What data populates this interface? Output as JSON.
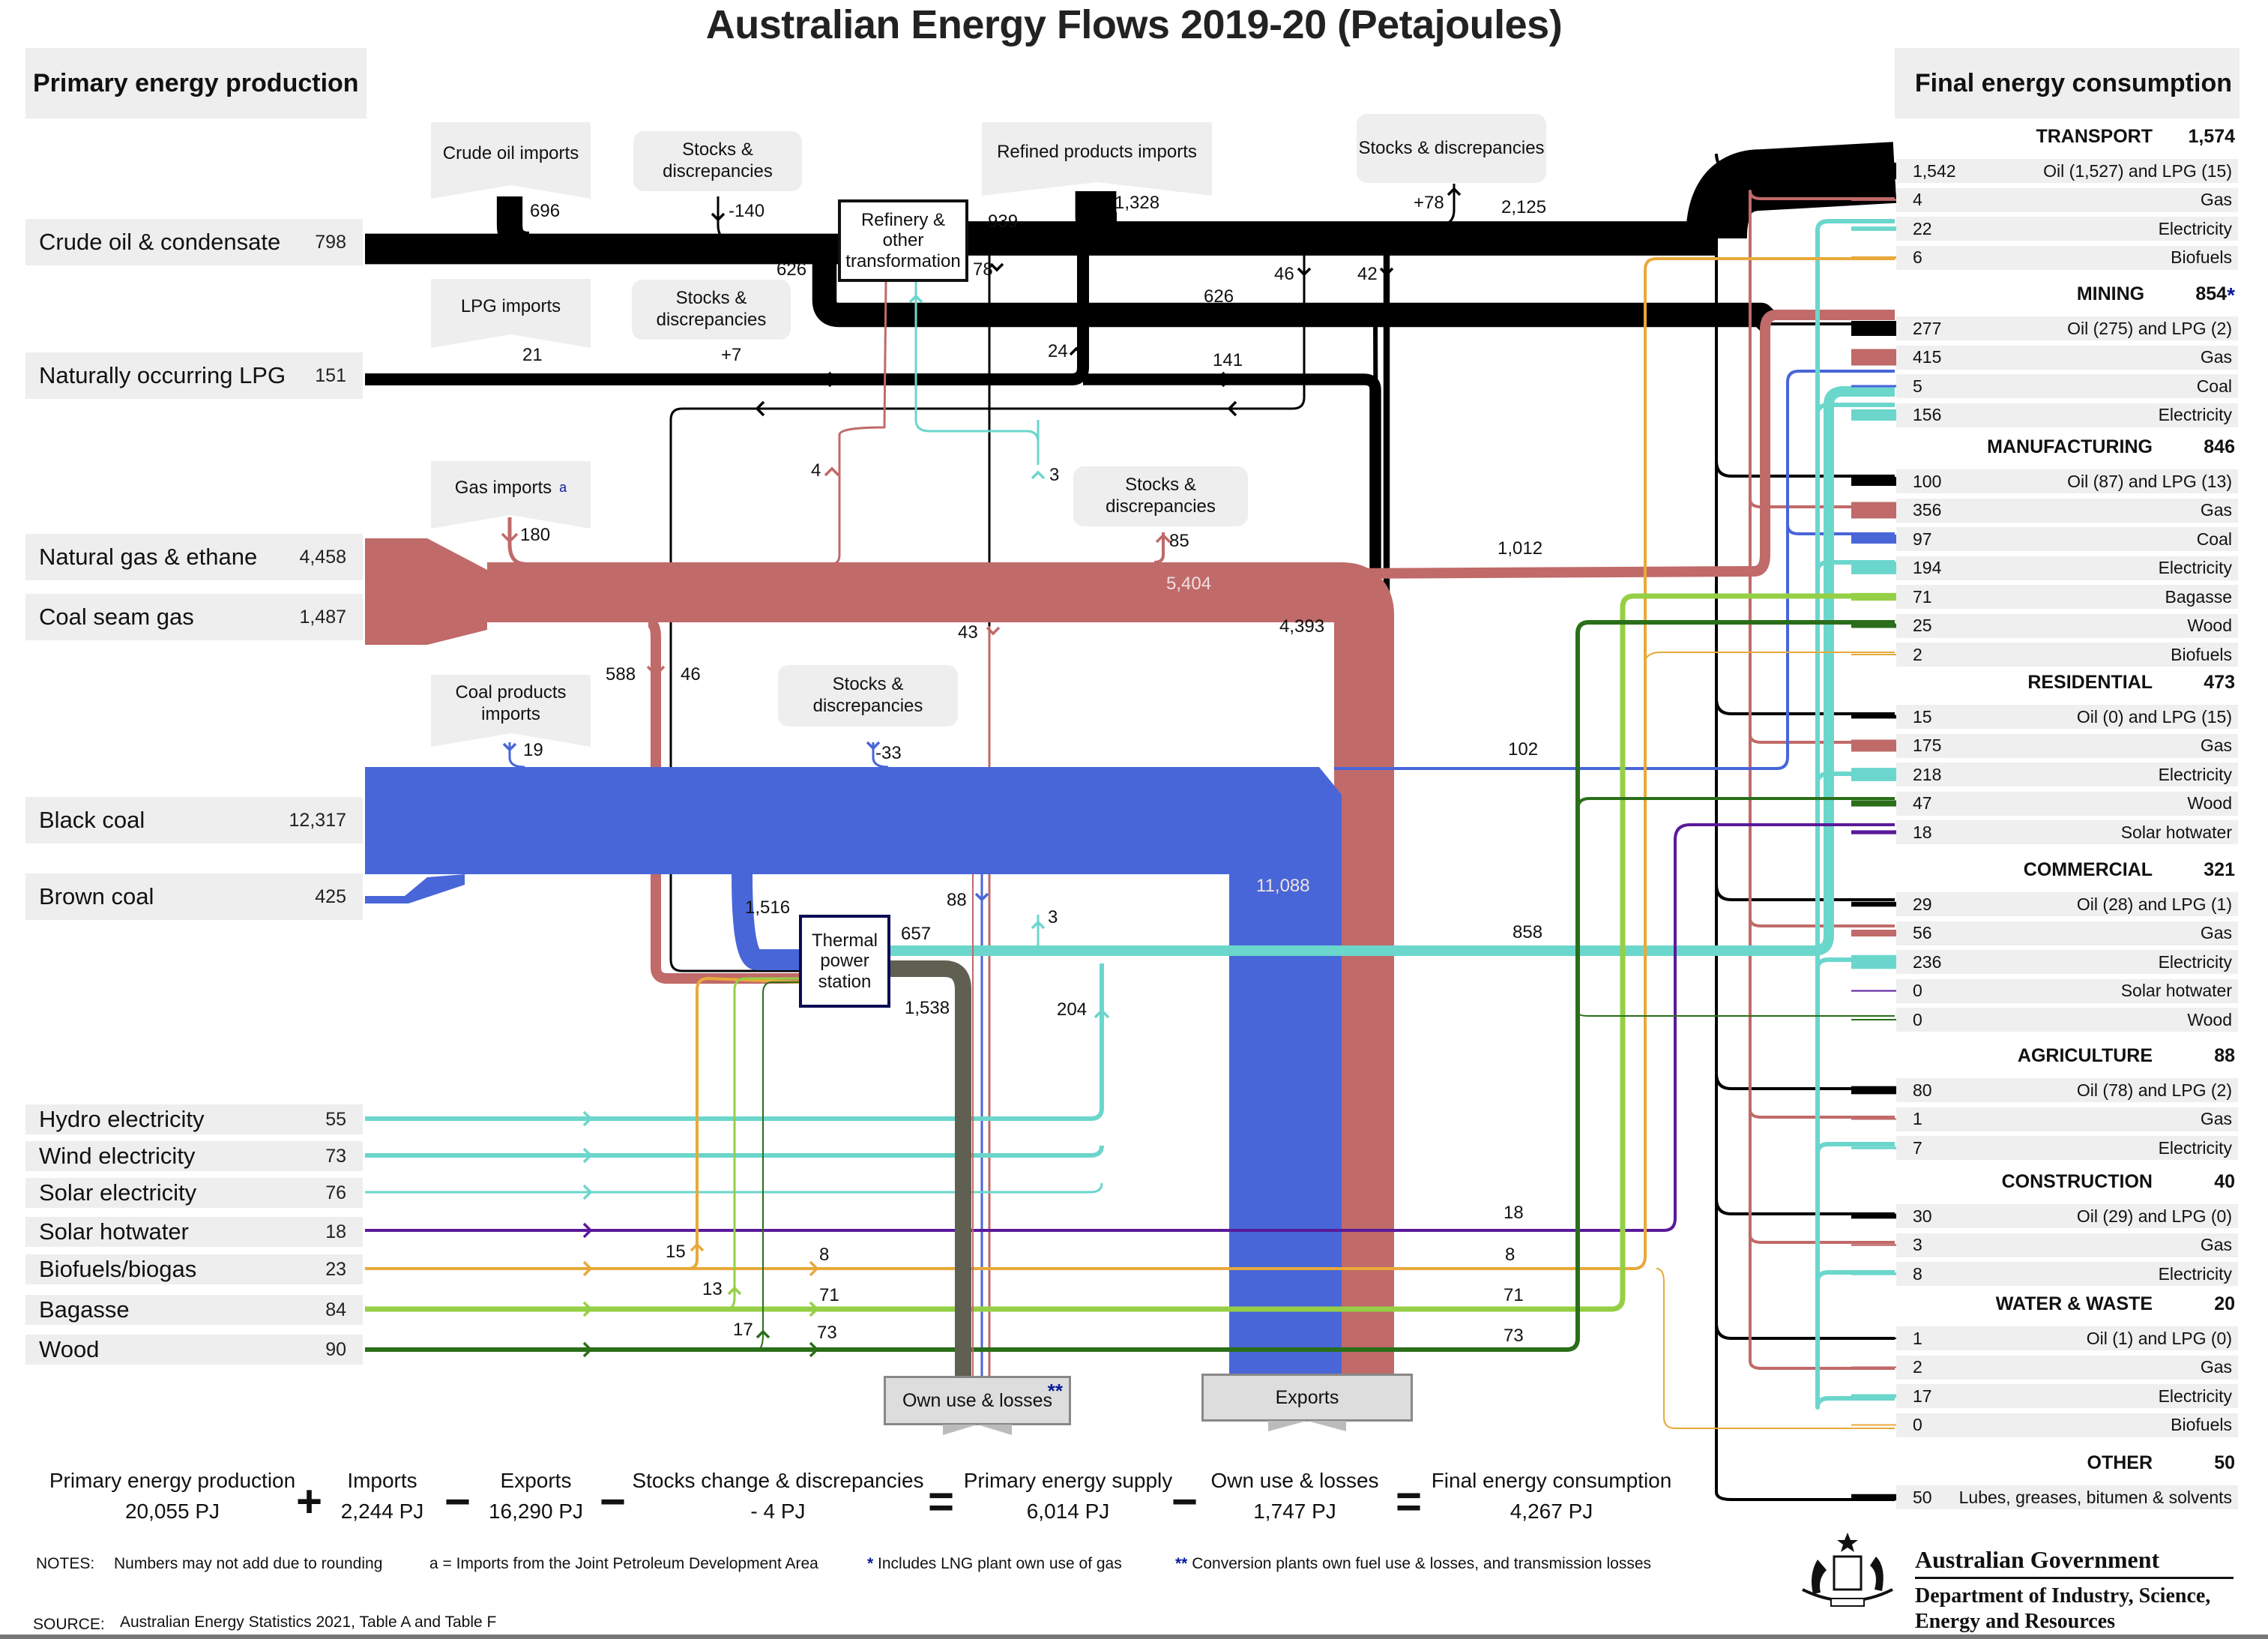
{
  "title": "Australian Energy Flows 2019-20 (Petajoules)",
  "headers": {
    "left": "Primary energy production",
    "right": "Final energy consumption"
  },
  "colors": {
    "oil": "#000000",
    "gas": "#c06a69",
    "coal": "#4866d8",
    "electricity": "#6bd6cc",
    "solar_hotwater": "#5a1a9a",
    "biofuels": "#e8a93a",
    "bagasse": "#95cf45",
    "wood": "#2a6e1a",
    "own_use": "#5f5f52",
    "box_bg": "#eeeeee"
  },
  "chart_data": {
    "type": "sankey",
    "title": "Australian Energy Flows 2019-20 (Petajoules)",
    "unit": "PJ",
    "primary_production": [
      {
        "label": "Crude oil & condensate",
        "value": "798"
      },
      {
        "label": "Naturally occurring LPG",
        "value": "151"
      },
      {
        "label": "Natural gas & ethane",
        "value": "4,458"
      },
      {
        "label": "Coal seam gas",
        "value": "1,487"
      },
      {
        "label": "Black coal",
        "value": "12,317"
      },
      {
        "label": "Brown coal",
        "value": "425"
      },
      {
        "label": "Hydro electricity",
        "value": "55"
      },
      {
        "label": "Wind electricity",
        "value": "73"
      },
      {
        "label": "Solar electricity",
        "value": "76"
      },
      {
        "label": "Solar hotwater",
        "value": "18"
      },
      {
        "label": "Biofuels/biogas",
        "value": "23"
      },
      {
        "label": "Bagasse",
        "value": "84"
      },
      {
        "label": "Wood",
        "value": "90"
      }
    ],
    "callouts": [
      {
        "label": "Crude oil imports",
        "value": "696"
      },
      {
        "label": "Stocks & discrepancies",
        "value": "-140"
      },
      {
        "label": "Refined products imports",
        "value": "1,328"
      },
      {
        "label": "Stocks & discrepancies",
        "value": "+78"
      },
      {
        "label": "LPG imports",
        "value": "21"
      },
      {
        "label": "Stocks & discrepancies",
        "value": "+7"
      },
      {
        "label": "Gas imports",
        "sup": "a",
        "value": "180"
      },
      {
        "label": "Stocks & discrepancies",
        "value": "85"
      },
      {
        "label": "Coal products imports",
        "value": "19"
      },
      {
        "label": "Stocks & discrepancies",
        "value": "-33"
      }
    ],
    "nodes": {
      "refinery": "Refinery & other transformation",
      "thermal": "Thermal power station",
      "own_use": "Own use & losses",
      "own_use_mark": "**",
      "exports": "Exports"
    },
    "flow_labels": {
      "refinery_out": "939",
      "oil_to_refinery_bypass": "626",
      "refinery_loss": "78",
      "oil_main": "2,125",
      "oil_own_use": "46",
      "oil_export": "42",
      "crude_export": "626",
      "lpg_to_oil": "24",
      "lpg_export": "141",
      "gas_to_refinery": "4",
      "elec_to_refinery": "3",
      "gas_main": "5,404",
      "gas_export": "4,393",
      "gas_final": "1,012",
      "gas_to_thermal": "588",
      "oil_to_thermal": "46",
      "gas_own_use": "43",
      "coal_final": "102",
      "coal_export": "11,088",
      "coal_to_thermal": "1,516",
      "coal_own_use": "88",
      "elec_own_use": "3",
      "thermal_out": "657",
      "thermal_loss": "1,538",
      "renewable_elec": "204",
      "elec_final": "858",
      "biofuel_to_thermal": "15",
      "bagasse_to_thermal": "13",
      "wood_to_thermal": "17",
      "biofuel_final_a": "8",
      "bagasse_final_a": "71",
      "wood_final_a": "73",
      "solar_hw_final": "18",
      "biofuel_final_b": "8",
      "bagasse_final_b": "71",
      "wood_final_b": "73"
    },
    "final_consumption": [
      {
        "sector": "TRANSPORT",
        "total": "1,574",
        "rows": [
          {
            "value": "1,542",
            "fuel": "Oil (1,527) and LPG (15)",
            "type": "oil"
          },
          {
            "value": "4",
            "fuel": "Gas",
            "type": "gas"
          },
          {
            "value": "22",
            "fuel": "Electricity",
            "type": "electricity"
          },
          {
            "value": "6",
            "fuel": "Biofuels",
            "type": "biofuels"
          }
        ]
      },
      {
        "sector": "MINING",
        "total": "854",
        "mark": "*",
        "rows": [
          {
            "value": "277",
            "fuel": "Oil (275) and LPG (2)",
            "type": "oil"
          },
          {
            "value": "415",
            "fuel": "Gas",
            "type": "gas"
          },
          {
            "value": "5",
            "fuel": "Coal",
            "type": "coal"
          },
          {
            "value": "156",
            "fuel": "Electricity",
            "type": "electricity"
          }
        ]
      },
      {
        "sector": "MANUFACTURING",
        "total": "846",
        "rows": [
          {
            "value": "100",
            "fuel": "Oil (87) and LPG (13)",
            "type": "oil"
          },
          {
            "value": "356",
            "fuel": "Gas",
            "type": "gas"
          },
          {
            "value": "97",
            "fuel": "Coal",
            "type": "coal"
          },
          {
            "value": "194",
            "fuel": "Electricity",
            "type": "electricity"
          },
          {
            "value": "71",
            "fuel": "Bagasse",
            "type": "bagasse"
          },
          {
            "value": "25",
            "fuel": "Wood",
            "type": "wood"
          },
          {
            "value": "2",
            "fuel": "Biofuels",
            "type": "biofuels"
          }
        ]
      },
      {
        "sector": "RESIDENTIAL",
        "total": "473",
        "rows": [
          {
            "value": "15",
            "fuel": "Oil (0) and LPG (15)",
            "type": "oil"
          },
          {
            "value": "175",
            "fuel": "Gas",
            "type": "gas"
          },
          {
            "value": "218",
            "fuel": "Electricity",
            "type": "electricity"
          },
          {
            "value": "47",
            "fuel": "Wood",
            "type": "wood"
          },
          {
            "value": "18",
            "fuel": "Solar hotwater",
            "type": "solar_hotwater"
          }
        ]
      },
      {
        "sector": "COMMERCIAL",
        "total": "321",
        "rows": [
          {
            "value": "29",
            "fuel": "Oil (28) and LPG (1)",
            "type": "oil"
          },
          {
            "value": "56",
            "fuel": "Gas",
            "type": "gas"
          },
          {
            "value": "236",
            "fuel": "Electricity",
            "type": "electricity"
          },
          {
            "value": "0",
            "fuel": "Solar hotwater",
            "type": "solar_hotwater"
          },
          {
            "value": "0",
            "fuel": "Wood",
            "type": "wood"
          }
        ]
      },
      {
        "sector": "AGRICULTURE",
        "total": "88",
        "rows": [
          {
            "value": "80",
            "fuel": "Oil (78) and LPG (2)",
            "type": "oil"
          },
          {
            "value": "1",
            "fuel": "Gas",
            "type": "gas"
          },
          {
            "value": "7",
            "fuel": "Electricity",
            "type": "electricity"
          }
        ]
      },
      {
        "sector": "CONSTRUCTION",
        "total": "40",
        "rows": [
          {
            "value": "30",
            "fuel": "Oil (29) and LPG (0)",
            "type": "oil"
          },
          {
            "value": "3",
            "fuel": "Gas",
            "type": "gas"
          },
          {
            "value": "8",
            "fuel": "Electricity",
            "type": "electricity"
          }
        ]
      },
      {
        "sector": "WATER & WASTE",
        "total": "20",
        "rows": [
          {
            "value": "1",
            "fuel": "Oil (1) and LPG (0)",
            "type": "oil"
          },
          {
            "value": "2",
            "fuel": "Gas",
            "type": "gas"
          },
          {
            "value": "17",
            "fuel": "Electricity",
            "type": "electricity"
          },
          {
            "value": "0",
            "fuel": "Biofuels",
            "type": "biofuels"
          }
        ]
      },
      {
        "sector": "OTHER",
        "total": "50",
        "rows": [
          {
            "value": "50",
            "fuel": "Lubes, greases, bitumen & solvents",
            "type": "oil"
          }
        ]
      }
    ]
  },
  "equation": [
    {
      "label": "Primary energy production",
      "value": "20,055 PJ",
      "op": "+"
    },
    {
      "label": "Imports",
      "value": "2,244 PJ",
      "op": "−"
    },
    {
      "label": "Exports",
      "value": "16,290 PJ",
      "op": "−"
    },
    {
      "label": "Stocks change & discrepancies",
      "value": "- 4 PJ",
      "op": "="
    },
    {
      "label": "Primary energy supply",
      "value": "6,014 PJ",
      "op": "−"
    },
    {
      "label": "Own use & losses",
      "value": "1,747 PJ",
      "op": "="
    },
    {
      "label": "Final energy consumption",
      "value": "4,267 PJ",
      "op": ""
    }
  ],
  "notes": {
    "prefix": "NOTES:",
    "rounding": "Numbers may not add due to rounding",
    "a": "a = Imports from the Joint Petroleum Development Area",
    "star_mark": "*",
    "star": "Includes LNG plant own use of gas",
    "dstar_mark": "**",
    "dstar": "Conversion plants own fuel use & losses, and transmission losses",
    "source_prefix": "SOURCE:",
    "source": "Australian Energy Statistics 2021, Table A and Table F"
  },
  "logo": {
    "line1": "Australian Government",
    "line2": "Department of Industry, Science,",
    "line3": "Energy and Resources"
  }
}
